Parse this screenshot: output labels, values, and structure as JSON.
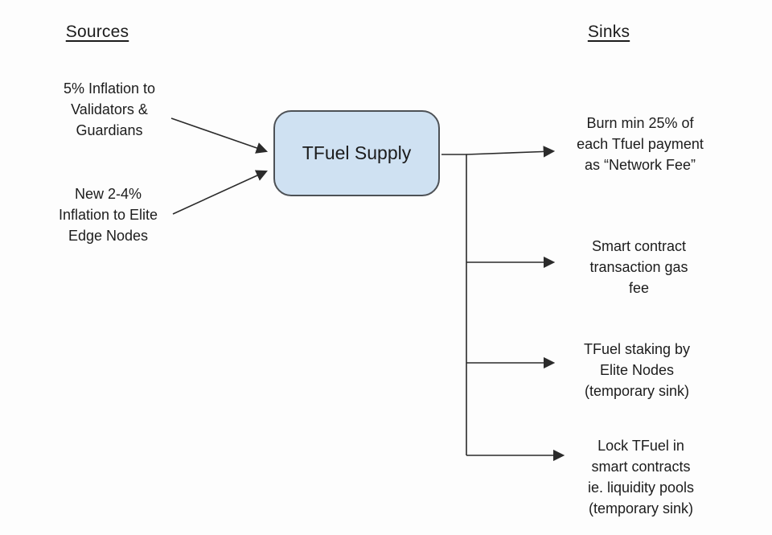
{
  "headings": {
    "sources": "Sources",
    "sinks": "Sinks"
  },
  "center": {
    "label": "TFuel Supply"
  },
  "sources": [
    {
      "label": "5% Inflation to\nValidators &\nGuardians"
    },
    {
      "label": "New 2-4%\nInflation to Elite\nEdge Nodes"
    }
  ],
  "sinks": [
    {
      "label": "Burn min 25% of\neach Tfuel payment\nas “Network Fee”"
    },
    {
      "label": "Smart contract\ntransaction gas\nfee"
    },
    {
      "label": "TFuel staking by\nElite Nodes\n(temporary sink)"
    },
    {
      "label": "Lock TFuel in\nsmart contracts\nie. liquidity pools\n(temporary sink)"
    }
  ],
  "colors": {
    "box_fill": "#cfe1f2",
    "box_border": "#4d5156",
    "line": "#2b2b2b",
    "text": "#1c1c1c"
  }
}
